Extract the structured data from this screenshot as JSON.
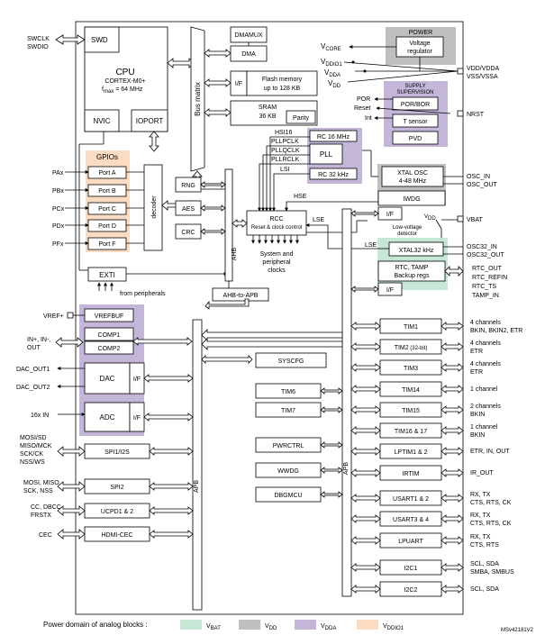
{
  "colors": {
    "vbat": "#c6e6d6",
    "vdd": "#bfbfbf",
    "vdda": "#c3b6d8",
    "vddio1": "#fbdcc2"
  },
  "cpu": {
    "swd": "SWD",
    "title": "CPU",
    "core": "CORTEX-M0+",
    "fmax": "f",
    "fmax_sub": "max",
    "fmax_val": " = 64 MHz",
    "nvic": "NVIC",
    "ioport": "IOPORT"
  },
  "pins_left": {
    "swclk": "SWCLK",
    "swdio": "SWDIO",
    "pax": "PAx",
    "pbx": "PBx",
    "pcx": "PCx",
    "pdx": "PDx",
    "pfx": "PFx",
    "vref": "VREF+",
    "in_comp": "IN+, IN-,",
    "out_comp": "OUT",
    "dac_out1": "DAC_OUT1",
    "dac_out2": "DAC_OUT2",
    "adc_in": "16x IN",
    "spi1_l1": "MOSI/SD",
    "spi1_l2": "MISO/MCK",
    "spi1_l3": "SCK/CK",
    "spi1_l4": "NSS/WS",
    "spi2_l1": "MOSI, MISO",
    "spi2_l2": "SCK, NSS",
    "ucpd_l1": "CC, DBCC",
    "ucpd_l2": "FRSTX",
    "cec": "CEC"
  },
  "gpio": {
    "title": "GPIOs",
    "ports": [
      "Port A",
      "Port B",
      "Port C",
      "Port D",
      "Port F"
    ],
    "decoder": "decoder",
    "exti": "EXTI",
    "from_periph": "from peripherals"
  },
  "center": {
    "bus_matrix": "Bus matrix",
    "dmamux": "DMAMUX",
    "dma": "DMA",
    "if": "I/F",
    "flash": [
      "Flash memory",
      "up to 128 KB"
    ],
    "sram": [
      "SRAM",
      "36 KB"
    ],
    "parity": "Parity",
    "rng": "RNG",
    "aes": "AES",
    "crc": "CRC",
    "ahb": "AHB",
    "ahb_to_apb": "AHB-to-APB",
    "apb": "APB",
    "rcc": [
      "RCC",
      "Reset & clock control"
    ],
    "sys_clocks": [
      "System and",
      "peripheral",
      "clocks"
    ],
    "syscfg": "SYSCFG",
    "tim6": "TIM6",
    "tim7": "TIM7",
    "pwrctrl": "PWRCTRL",
    "wwdg": "WWDG",
    "dbgmcu": "DBGMCU",
    "hsi16": "HSI16",
    "pllpclk": "PLLPCLK",
    "pllqclk": "PLLQCLK",
    "pllrclk": "PLLRCLK",
    "lsi": "LSI",
    "hse": "HSE",
    "lse": "LSE",
    "lse2": "LSE"
  },
  "analog": {
    "vrefbuf": "VREFBUF",
    "comp1": "COMP1",
    "comp2": "COMP2",
    "dac": "DAC",
    "adc": "ADC",
    "if": "I/F",
    "spi1": "SPI1/I2S",
    "spi2": "SPI2",
    "ucpd": "UCPD1 & 2",
    "hdmi": "HDMI-CEC"
  },
  "power": {
    "title": "POWER",
    "vreg": [
      "Voltage",
      "regulator"
    ],
    "vcore": "V",
    "vcore_sub": "CORE",
    "vddio1": "V",
    "vddio1_sub": "DDIO1",
    "vdda": "V",
    "vdda_sub": "DDA",
    "vdd": "V",
    "vdd_sub": "DD",
    "supply_title": [
      "SUPPLY",
      "SUPERVISION"
    ],
    "por": "POR",
    "reset": "Reset",
    "int": "Int",
    "porbor": "POR/BOR",
    "tsensor": "T sensor",
    "pvd": "PVD",
    "rc16": "RC 16 MHz",
    "pll": "PLL",
    "rc32": "RC 32 kHz",
    "xtal_osc": [
      "XTAL OSC",
      "4-48 MHz"
    ],
    "iwdg": "IWDG",
    "if": "I/F",
    "lv_detector": [
      "Low-voltage",
      "detector"
    ],
    "vdd_small": "V",
    "vdd_small_sub": "DD",
    "xtal32": "XTAL32 kHz",
    "rtc": [
      "RTC, TAMP",
      "Backup regs"
    ],
    "rtc_if": "I/F"
  },
  "pins_right": {
    "vdd_vdda": "VDD/VDDA",
    "vss_vssa": "VSS/VSSA",
    "nrst": "NRST",
    "osc_in": "OSC_IN",
    "osc_out": "OSC_OUT",
    "vbat": "VBAT",
    "osc32_in": "OSC32_IN",
    "osc32_out": "OSC32_OUT",
    "rtc_out": "RTC_OUT",
    "rtc_refin": "RTC_REFIN",
    "rtc_ts": "RTC_TS",
    "tamp_in": "TAMP_IN"
  },
  "peripherals_right": [
    {
      "name": "TIM1",
      "pins": [
        "4 channels",
        "BKIN, BKIN2, ETR"
      ]
    },
    {
      "name": "TIM2",
      "pins": [
        "4 channels",
        "ETR"
      ]
    },
    {
      "name": "TIM3",
      "pins": [
        "4 channels",
        "ETR"
      ]
    },
    {
      "name": "TIM14",
      "pins": [
        "1 channel"
      ]
    },
    {
      "name": "TIM15",
      "pins": [
        "2 channels",
        "BKIN"
      ]
    },
    {
      "name": "TIM16 & 17",
      "pins": [
        "1 channel",
        "BKIN"
      ]
    },
    {
      "name": "LPTIM1 & 2",
      "pins": [
        "ETR, IN, OUT"
      ]
    },
    {
      "name": "IRTIM",
      "pins": [
        "IR_OUT"
      ]
    },
    {
      "name": "USART1 & 2",
      "pins": [
        "RX, TX",
        "CTS, RTS, CK"
      ]
    },
    {
      "name": "USART3 & 4",
      "pins": [
        "RX, TX",
        "CTS, RTS, CK"
      ]
    },
    {
      "name": "LPUART",
      "pins": [
        "RX, TX",
        "CTS, RTS"
      ]
    },
    {
      "name": "I2C1",
      "pins": [
        "SCL, SDA",
        "SMBA, SMBUS"
      ]
    },
    {
      "name": "I2C2",
      "pins": [
        "SCL, SDA"
      ]
    }
  ],
  "tim2_suffix": " (32-bit)",
  "apb_right": "APB",
  "legend": {
    "title": "Power domain of analog blocks :",
    "vbat": "V",
    "vbat_sub": "BAT",
    "vdd": "V",
    "vdd_sub": "DD",
    "vdda": "V",
    "vdda_sub": "DDA",
    "vddio1": "V",
    "vddio1_sub": "DDIO1"
  },
  "ref_code": "MSv42181V2"
}
